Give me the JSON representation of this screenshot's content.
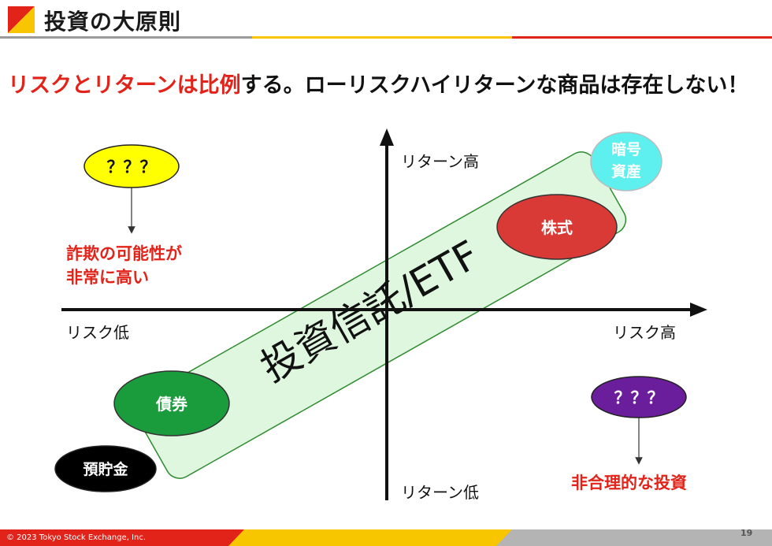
{
  "header": {
    "title": "投資の大原則"
  },
  "headline": {
    "highlight": "リスクとリターンは比例",
    "rest": "する。ローリスクハイリターンな商品は存在しない！"
  },
  "axes": {
    "return_high": "リターン高",
    "return_low": "リターン低",
    "risk_low": "リスク低",
    "risk_high": "リスク高"
  },
  "band": {
    "label": "投資信託/ETF"
  },
  "ellipses": {
    "unknown_low_risk": "？？？",
    "unknown_high_risk": "？？？",
    "crypto_line1": "暗号",
    "crypto_line2": "資産",
    "stocks": "株式",
    "bonds": "債券",
    "savings": "預貯金"
  },
  "notes": {
    "fraud_line1": "詐欺の可能性が",
    "fraud_line2": "非常に高い",
    "irrational": "非合理的な投資"
  },
  "footer": {
    "copyright": "© 2023 Tokyo Stock Exchange, Inc.",
    "page_number": "19"
  },
  "colors": {
    "accent_red": "#e2231a",
    "accent_yellow": "#f7c600",
    "band_fill": "#dff7df",
    "stocks": "#d93a36",
    "bonds": "#1a9b3c",
    "crypto": "#5ef0ee",
    "unknown_low": "#ffff00",
    "unknown_high": "#6a1e9c",
    "savings": "#000000"
  }
}
